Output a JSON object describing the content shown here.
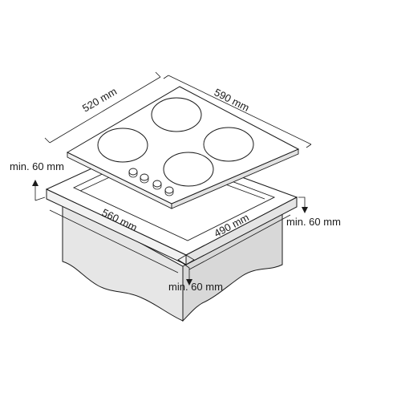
{
  "dimensions": {
    "hob_depth": "520 mm",
    "hob_width": "590 mm",
    "cutout_width": "560 mm",
    "cutout_depth": "490 mm",
    "clearance_top": "min. 60 mm",
    "clearance_right": "min. 60 mm",
    "clearance_bottom": "min. 60 mm"
  },
  "hob": {
    "burner_count": 4,
    "knob_count": 4
  },
  "colors": {
    "line": "#1a1a1a",
    "hob_surface": "#ffffff",
    "cabinet_shade": "#e6e6e6",
    "cabinet_dark": "#cfcfcf"
  }
}
